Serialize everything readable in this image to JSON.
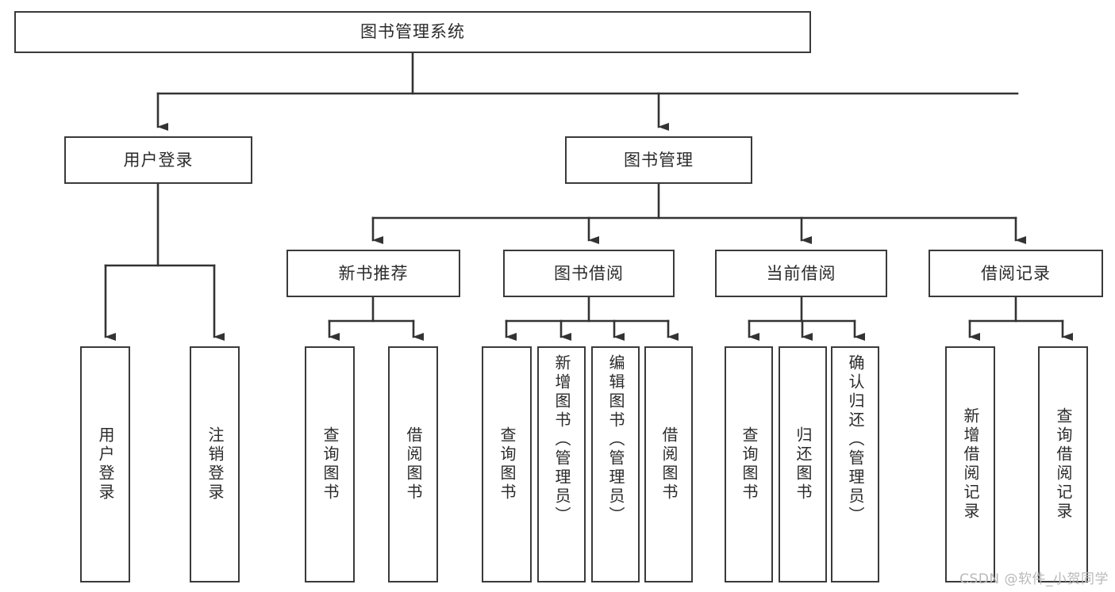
{
  "diagram": {
    "title": "图书管理系统",
    "type": "tree",
    "colors": {
      "box_border": "#3a3a3a",
      "box_fill": "#ffffff",
      "line": "#333333",
      "text": "#2b2b2b",
      "watermark": "#b9b9b9"
    },
    "nodes": {
      "root": {
        "label": "图书管理系统"
      },
      "level2": [
        {
          "id": "user-login",
          "label": "用户登录"
        },
        {
          "id": "book-management",
          "label": "图书管理"
        }
      ],
      "level3": [
        {
          "id": "new-book-recommend",
          "label": "新书推荐"
        },
        {
          "id": "book-borrow",
          "label": "图书借阅"
        },
        {
          "id": "current-borrow",
          "label": "当前借阅"
        },
        {
          "id": "borrow-record",
          "label": "借阅记录"
        }
      ],
      "leaves": {
        "user_login": [
          {
            "id": "leaf-user-login",
            "label": "用户登录"
          },
          {
            "id": "leaf-logout-login",
            "label": "注销登录"
          }
        ],
        "new_book_recommend": [
          {
            "id": "leaf-query-book-1",
            "label": "查询图书"
          },
          {
            "id": "leaf-borrow-book-1",
            "label": "借阅图书"
          }
        ],
        "book_borrow": [
          {
            "id": "leaf-query-book-2",
            "label": "查询图书"
          },
          {
            "id": "leaf-add-book",
            "label": "新增图书（管理员）"
          },
          {
            "id": "leaf-edit-book",
            "label": "编辑图书（管理员）"
          },
          {
            "id": "leaf-borrow-book-2",
            "label": "借阅图书"
          }
        ],
        "current_borrow": [
          {
            "id": "leaf-query-book-3",
            "label": "查询图书"
          },
          {
            "id": "leaf-return-book",
            "label": "归还图书"
          },
          {
            "id": "leaf-confirm-return",
            "label": "确认归还（管理员）"
          }
        ],
        "borrow_record": [
          {
            "id": "leaf-add-borrow-record",
            "label": "新增借阅记录"
          },
          {
            "id": "leaf-query-borrow-record",
            "label": "查询借阅记录"
          }
        ]
      }
    }
  },
  "watermark": {
    "text": "CSDN @软件_小贺同学"
  }
}
